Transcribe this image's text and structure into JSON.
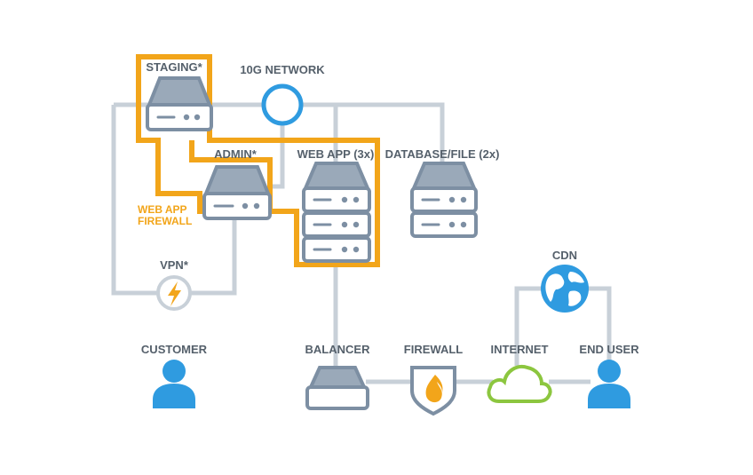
{
  "labels": {
    "staging": "STAGING*",
    "network": "10G NETWORK",
    "admin": "ADMIN*",
    "webapp": "WEB APP (3x)",
    "database": "DATABASE/FILE (2x)",
    "waf_line1": "WEB APP",
    "waf_line2": "FIREWALL",
    "vpn": "VPN*",
    "cdn": "CDN",
    "customer": "CUSTOMER",
    "balancer": "BALANCER",
    "firewall": "FIREWALL",
    "internet": "INTERNET",
    "end_user": "END USER"
  },
  "colors": {
    "server_body": "#a8b5c3",
    "server_outline": "#7d8fa3",
    "firewall_highlight": "#f2a51a",
    "network_ring": "#2f9be0",
    "user": "#2f9be0",
    "cloud": "#8cc63f",
    "wire": "#c8d0d8",
    "text": "#55606b"
  },
  "icons": [
    "server-icon",
    "network-ring-icon",
    "lightning-icon",
    "globe-icon",
    "user-icon",
    "load-balancer-icon",
    "shield-flame-icon",
    "cloud-icon"
  ]
}
